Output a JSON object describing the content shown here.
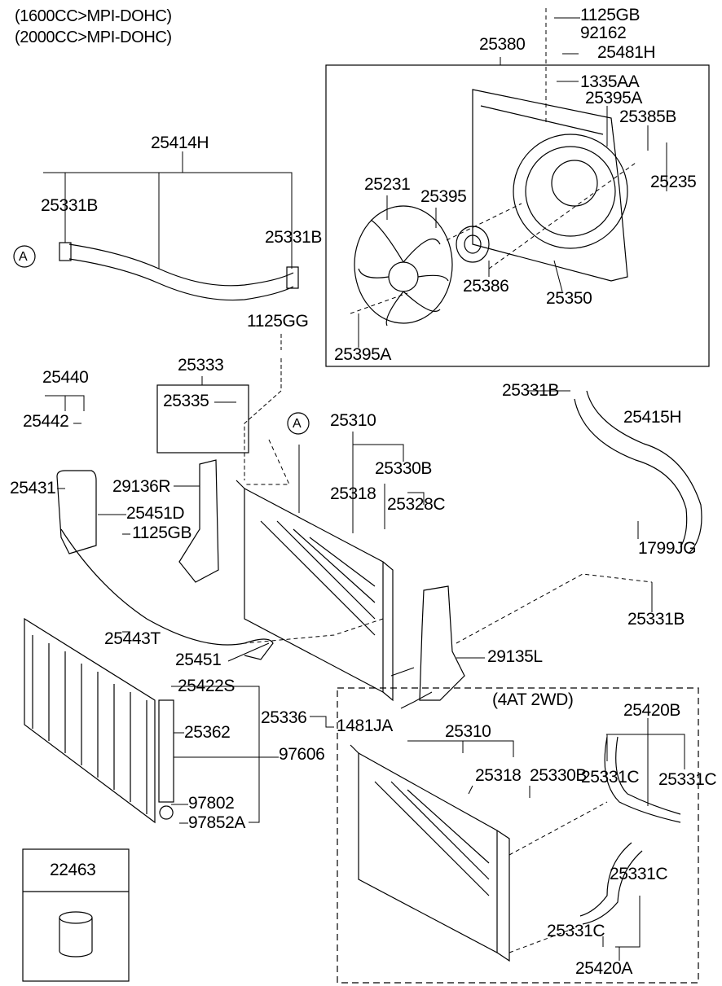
{
  "notes": [
    "(1600CC>MPI-DOHC)",
    "(2000CC>MPI-DOHC)"
  ],
  "variant_note": "(4AT 2WD)",
  "callout_marker": "A",
  "labels": [
    "1125GB",
    "92162",
    "25380",
    "25481H",
    "1335AA",
    "25395A",
    "25385B",
    "25235",
    "25414H",
    "25331B",
    "25231",
    "25395",
    "25331B",
    "25386",
    "25350",
    "1125GG",
    "25395A",
    "25333",
    "25440",
    "25335",
    "25331B",
    "25310",
    "25415H",
    "25442",
    "25330B",
    "25431",
    "29136R",
    "25318",
    "25328C",
    "25451D",
    "1125GB",
    "1799JG",
    "25443T",
    "25331B",
    "25451",
    "29135L",
    "25422S",
    "25336",
    "25310",
    "25420B",
    "1481JA",
    "25362",
    "97606",
    "25318",
    "25330B",
    "25331C",
    "25331C",
    "97802",
    "97852A",
    "22463",
    "25331C",
    "25331C",
    "25420A"
  ]
}
